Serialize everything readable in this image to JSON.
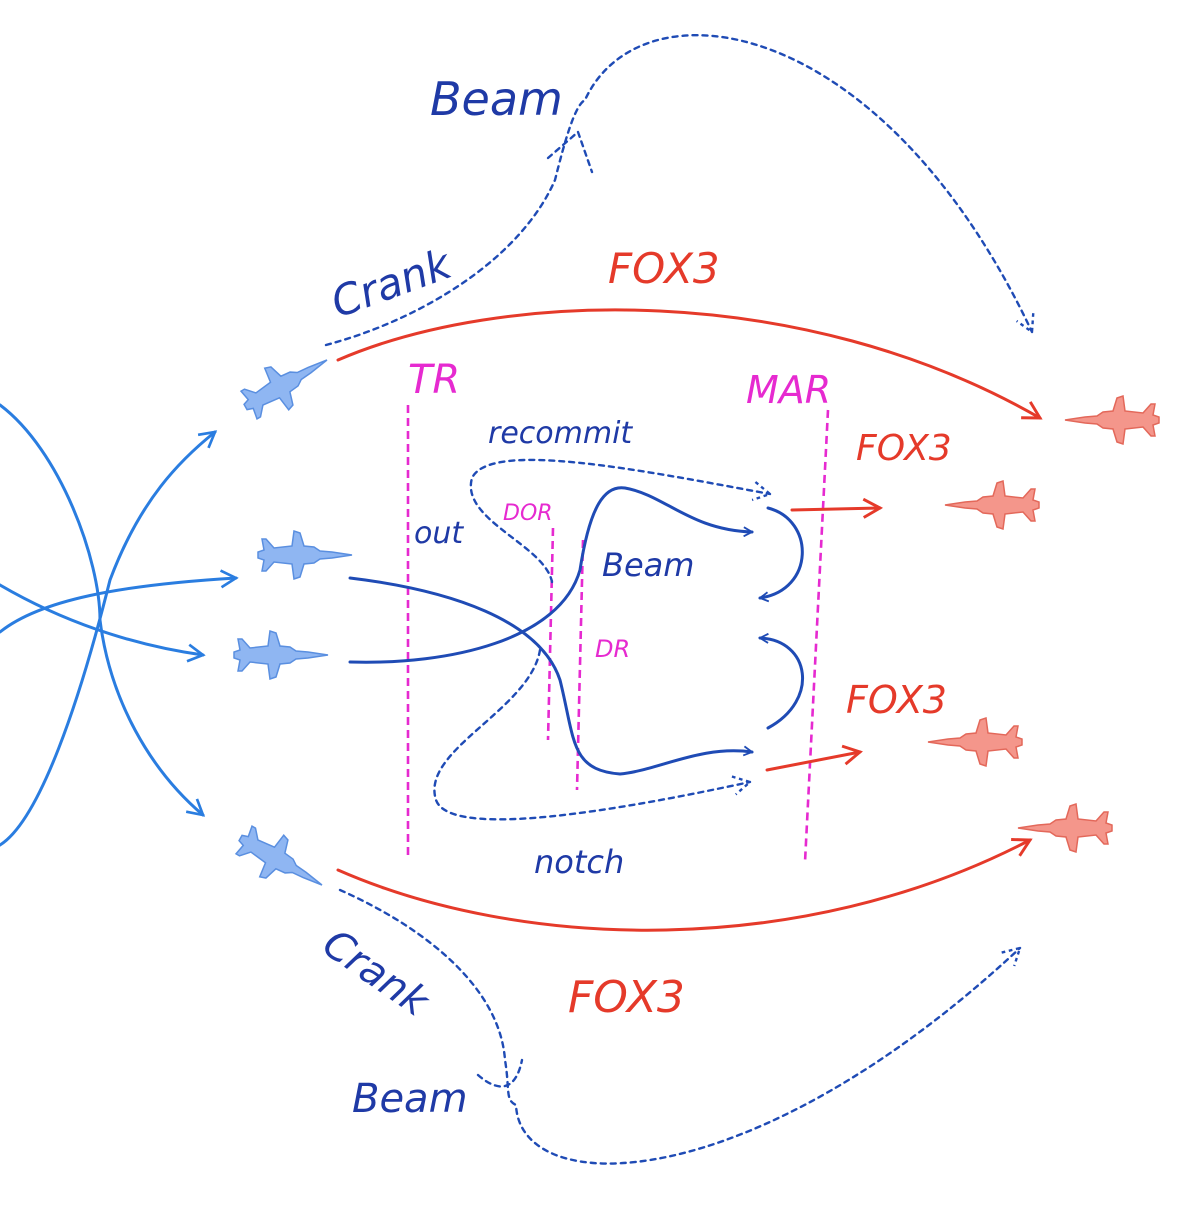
{
  "labels": {
    "beam_top": "Beam",
    "crank_top": "Crank",
    "fox3_top": "FOX3",
    "tr": "TR",
    "mar": "MAR",
    "recommit": "recommit",
    "fox3_upper_right": "FOX3",
    "out": "out",
    "dor": "DOR",
    "beam_mid": "Beam",
    "dr": "DR",
    "fox3_lower_right": "FOX3",
    "notch": "notch",
    "crank_bottom": "Crank",
    "fox3_bottom": "FOX3",
    "beam_bottom": "Beam"
  },
  "colors": {
    "friendly_aircraft": "#8fb6f2",
    "hostile_aircraft": "#f4968b",
    "maneuver_path": "#1f4bb5",
    "entry_path": "#2a7de0",
    "missile_path": "#e53a2a",
    "range_line": "#e62ad0"
  },
  "icons": {
    "friendly": "fighter-jet-icon",
    "hostile": "fighter-jet-icon"
  }
}
